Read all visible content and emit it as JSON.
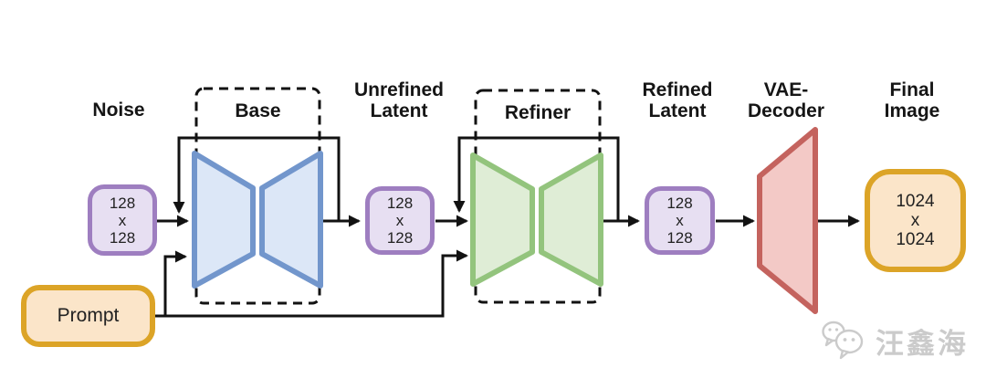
{
  "colors": {
    "line": "#121212",
    "latent_box_border": "#9E7EC0",
    "latent_box_fill": "#E7DFF2",
    "base_border": "#7296CC",
    "base_fill": "#DCE7F7",
    "refiner_border": "#93C47D",
    "refiner_fill": "#DFEDD6",
    "vae_border": "#C4635E",
    "vae_fill": "#F3C9C6",
    "io_border": "#DCA427",
    "io_fill": "#FBE5C9",
    "watermark": "#CBCBCB"
  },
  "nodes": {
    "noise": {
      "label": "Noise",
      "size": [
        "128",
        "x",
        "128"
      ]
    },
    "base": {
      "label": "Base"
    },
    "unrefined_latent": {
      "label": [
        "Unrefined",
        "Latent"
      ],
      "size": [
        "128",
        "x",
        "128"
      ]
    },
    "refiner": {
      "label": "Refiner"
    },
    "refined_latent": {
      "label": [
        "Refined",
        "Latent"
      ],
      "size": [
        "128",
        "x",
        "128"
      ]
    },
    "vae_decoder": {
      "label": [
        "VAE-",
        "Decoder"
      ]
    },
    "final_image": {
      "label": [
        "Final",
        "Image"
      ],
      "size": [
        "1024",
        "x",
        "1024"
      ]
    },
    "prompt": {
      "label": "Prompt"
    }
  },
  "watermark": {
    "text": "汪鑫海",
    "icon": "wechat-logo"
  }
}
